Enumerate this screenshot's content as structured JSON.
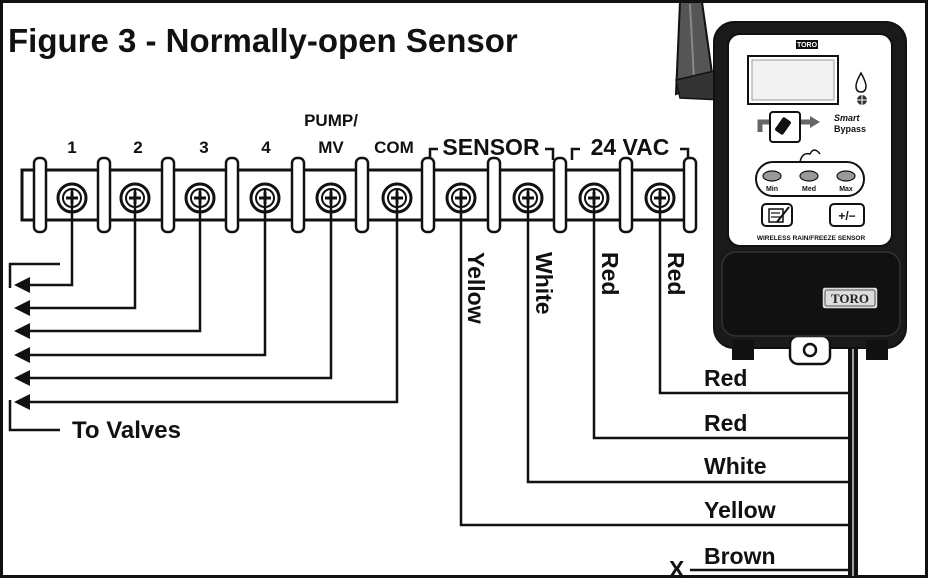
{
  "title": "Figure 3 - Normally-open Sensor",
  "terminals": [
    "1",
    "2",
    "3",
    "4",
    "PUMP/",
    "MV",
    "COM"
  ],
  "group_labels": {
    "sensor": "SENSOR",
    "vac": "24 VAC"
  },
  "wire_labels_vertical": [
    "Yellow",
    "White",
    "Red",
    "Red"
  ],
  "wire_labels_horizontal": [
    "Red",
    "Red",
    "White",
    "Yellow",
    "Brown"
  ],
  "valves_label": "To Valves",
  "cap_marker": "X",
  "sensor_unit": {
    "brand": "TORO",
    "smart": "Smart",
    "bypass": "Bypass",
    "settings": [
      "Min",
      "Med",
      "Max"
    ],
    "plus_minus": "+/−",
    "caption": "WIRELESS RAIN/FREEZE SENSOR"
  }
}
